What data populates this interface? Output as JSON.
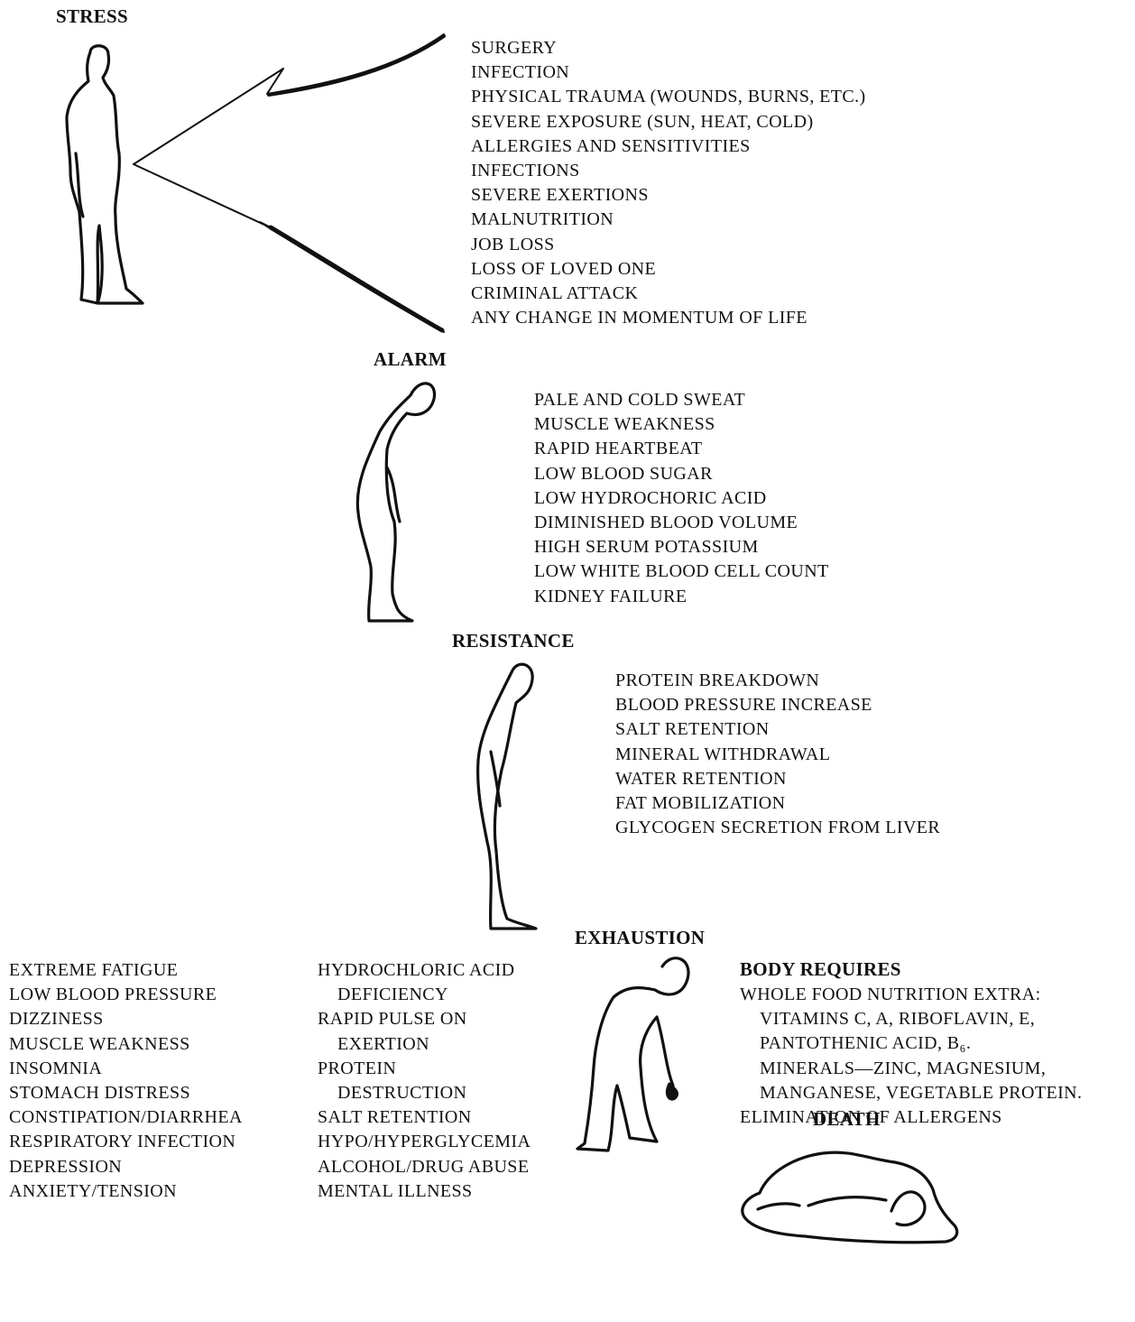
{
  "stages": {
    "stress": {
      "title": "STRESS",
      "items": [
        "SURGERY",
        "INFECTION",
        "PHYSICAL TRAUMA (WOUNDS, BURNS, ETC.)",
        "SEVERE EXPOSURE (SUN, HEAT, COLD)",
        "ALLERGIES AND SENSITIVITIES",
        "INFECTIONS",
        "SEVERE EXERTIONS",
        "MALNUTRITION",
        "JOB LOSS",
        "LOSS OF LOVED ONE",
        "CRIMINAL ATTACK",
        "ANY CHANGE IN MOMENTUM OF LIFE"
      ]
    },
    "alarm": {
      "title": "ALARM",
      "items": [
        "PALE AND COLD SWEAT",
        "MUSCLE WEAKNESS",
        "RAPID HEARTBEAT",
        "LOW BLOOD SUGAR",
        "LOW HYDROCHORIC ACID",
        "DIMINISHED BLOOD VOLUME",
        "HIGH SERUM POTASSIUM",
        "LOW WHITE BLOOD CELL COUNT",
        "KIDNEY FAILURE"
      ]
    },
    "resistance": {
      "title": "RESISTANCE",
      "items": [
        "PROTEIN BREAKDOWN",
        "BLOOD PRESSURE INCREASE",
        "SALT RETENTION",
        "MINERAL WITHDRAWAL",
        "WATER RETENTION",
        "FAT MOBILIZATION",
        "GLYCOGEN SECRETION FROM LIVER"
      ]
    },
    "exhaustion": {
      "title": "EXHAUSTION",
      "symptoms_left": [
        "EXTREME FATIGUE",
        "LOW BLOOD PRESSURE",
        "DIZZINESS",
        "MUSCLE WEAKNESS",
        "INSOMNIA",
        "STOMACH DISTRESS",
        "CONSTIPATION/DIARRHEA",
        "RESPIRATORY INFECTION",
        "DEPRESSION",
        "ANXIETY/TENSION"
      ],
      "symptoms_right": [
        {
          "text": "HYDROCHLORIC ACID",
          "indent": false
        },
        {
          "text": "DEFICIENCY",
          "indent": true
        },
        {
          "text": "RAPID PULSE ON",
          "indent": false
        },
        {
          "text": "EXERTION",
          "indent": true
        },
        {
          "text": "PROTEIN",
          "indent": false
        },
        {
          "text": "DESTRUCTION",
          "indent": true
        },
        {
          "text": "SALT RETENTION",
          "indent": false
        },
        {
          "text": "HYPO/HYPERGLYCEMIA",
          "indent": false
        },
        {
          "text": "ALCOHOL/DRUG ABUSE",
          "indent": false
        },
        {
          "text": "MENTAL ILLNESS",
          "indent": false
        }
      ]
    },
    "death": {
      "title": "DEATH"
    }
  },
  "body_requires": {
    "title": "BODY REQUIRES",
    "lines": [
      {
        "text": "WHOLE FOOD NUTRITION EXTRA:",
        "indent": false
      },
      {
        "text": "VITAMINS C, A, RIBOFLAVIN, E,",
        "indent": true
      },
      {
        "text": "PANTOTHENIC ACID, B₆.",
        "indent": true
      },
      {
        "text": "MINERALS—ZINC, MAGNESIUM,",
        "indent": true
      },
      {
        "text": "MANGANESE, VEGETABLE PROTEIN.",
        "indent": true
      },
      {
        "text": "ELIMINATION OF ALLERGENS",
        "indent": false
      }
    ]
  },
  "icons": [
    "standing-figure-icon",
    "bent-figure-icon",
    "leaning-figure-icon",
    "crouched-figure-icon",
    "lying-figure-icon",
    "lightning-arrow-icon"
  ]
}
